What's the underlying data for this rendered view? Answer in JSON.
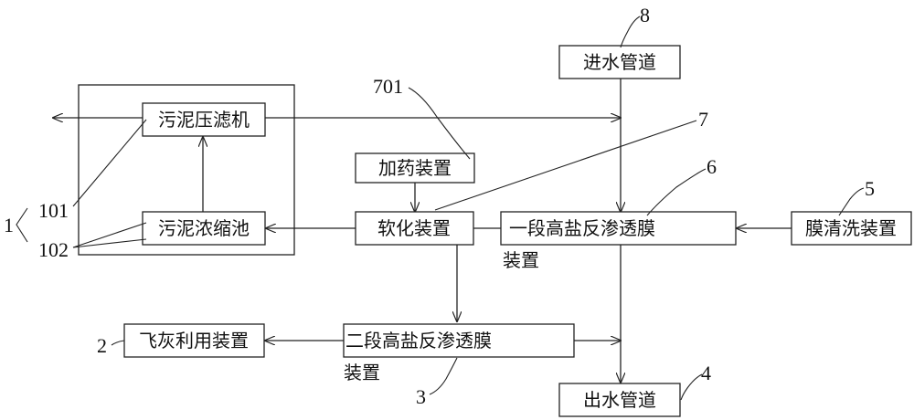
{
  "boxes": {
    "press": "污泥压滤机",
    "thicken": "污泥浓缩池",
    "dosing": "加药装置",
    "soften": "软化装置",
    "ro1_line1": "一段高盐反渗透膜",
    "ro1_line2": "装置",
    "membrane_clean": "膜清洗装置",
    "inlet": "进水管道",
    "ro2_line1": "二段高盐反渗透膜",
    "ro2_line2": "装置",
    "flyash": "飞灰利用装置",
    "outlet": "出水管道"
  },
  "refs": {
    "r1": "1",
    "r101": "101",
    "r102": "102",
    "r2": "2",
    "r3": "3",
    "r4": "4",
    "r5": "5",
    "r6": "6",
    "r7": "7",
    "r701": "701",
    "r8": "8"
  }
}
